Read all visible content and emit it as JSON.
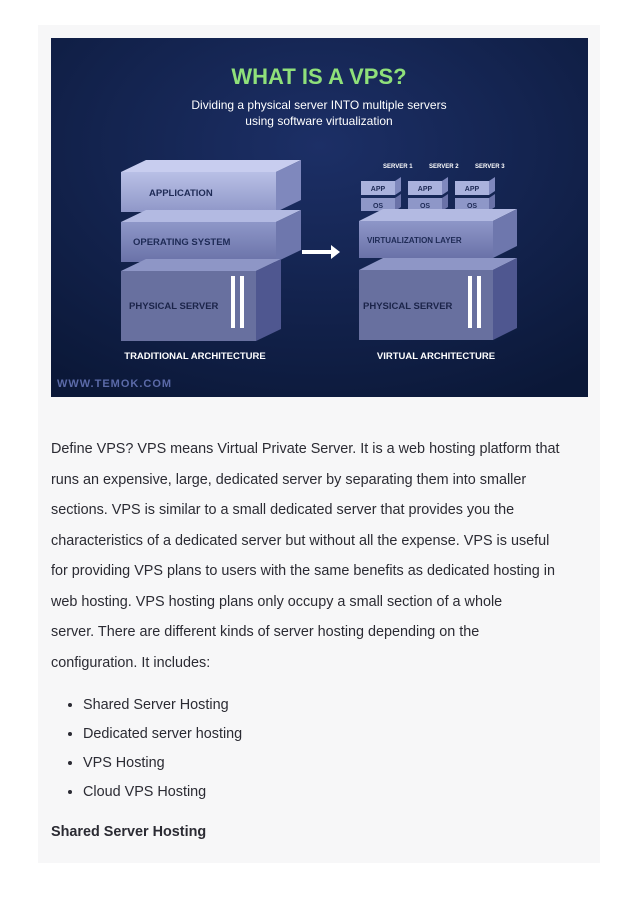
{
  "figure": {
    "title": "WHAT IS A VPS?",
    "subtitle_line1": "Dividing a physical server INTO multiple servers",
    "subtitle_line2": "using software virtualization",
    "left": {
      "application": "APPLICATION",
      "operating_system": "OPERATING SYSTEM",
      "physical_server": "PHYSICAL SERVER",
      "caption": "TRADITIONAL ARCHITECTURE"
    },
    "right": {
      "server_labels": [
        "SERVER 1",
        "SERVER 2",
        "SERVER 3"
      ],
      "app_label": "APP",
      "os_label": "OS",
      "virtualization_layer": "VIRTUALIZATION LAYER",
      "physical_server": "PHYSICAL SERVER",
      "caption": "VIRTUAL ARCHITECTURE"
    },
    "watermark": "WWW.TEMOK.COM",
    "colors": {
      "background": "#0e1d44",
      "box_face": "#aab2dd",
      "title": "#8fe07a"
    }
  },
  "body": {
    "lines": [
      "Define VPS? VPS means Virtual Private Server. It is a web hosting platform that",
      "runs an expensive, large, dedicated server by separating them into smaller",
      "sections. VPS is similar to a small dedicated server that provides you the",
      "characteristics of a dedicated server but without all the expense. VPS is useful",
      "for providing VPS plans to users with the same benefits as dedicated hosting in",
      "web hosting. VPS hosting plans only occupy a small section of a whole",
      "server. There are different kinds of server hosting depending on the",
      "configuration. It includes:"
    ]
  },
  "list": {
    "items": [
      "Shared Server Hosting",
      "Dedicated server hosting",
      "VPS Hosting",
      "Cloud VPS Hosting"
    ]
  },
  "subhead": "Shared Server Hosting"
}
